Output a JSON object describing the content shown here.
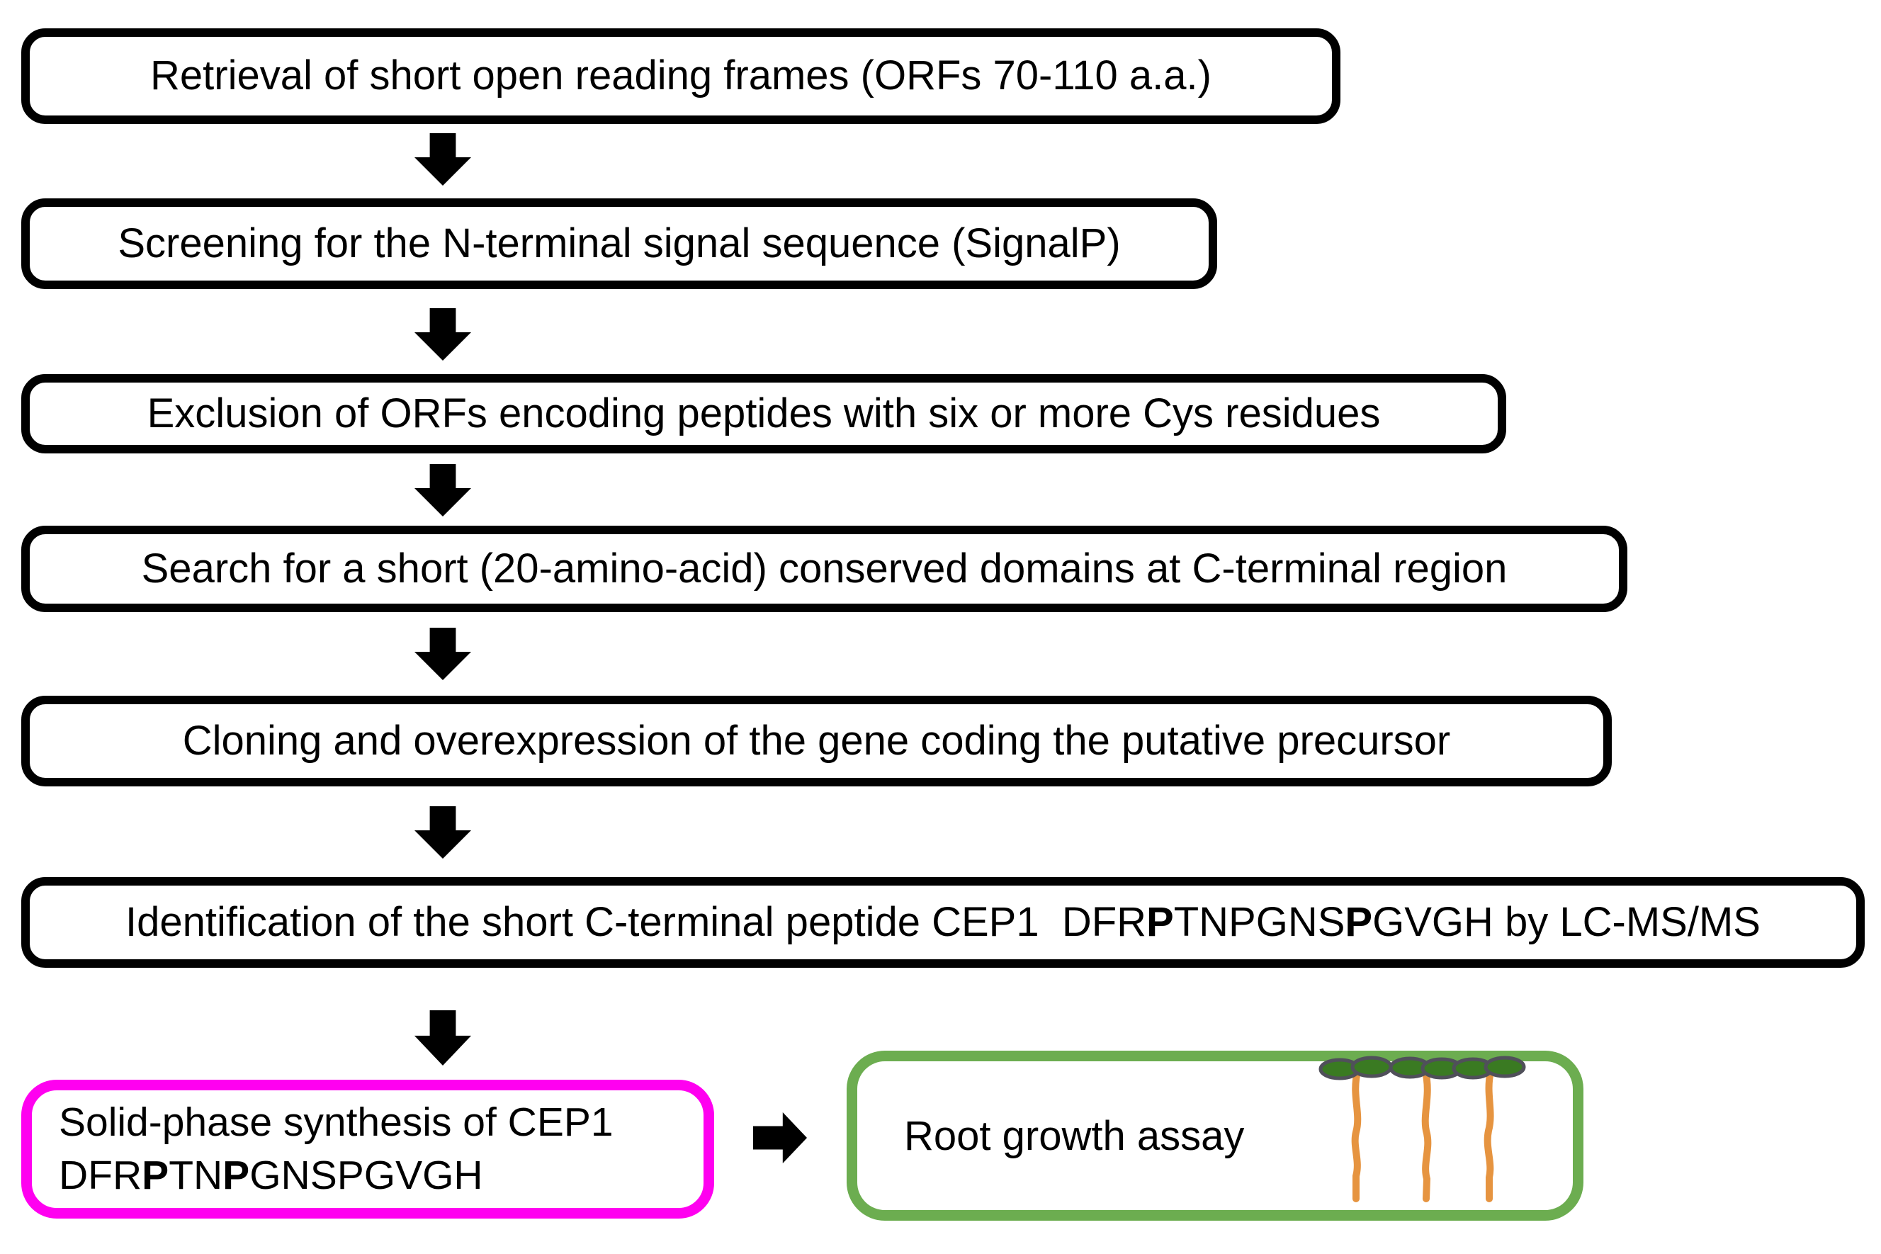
{
  "palette": {
    "background": "#ffffff",
    "text": "#000000",
    "box_border": "#000000",
    "synthesis_border": "#ff00f0",
    "assay_border": "#6cad50",
    "leaf_green": "#3a7a22",
    "leaf_outline": "#50505a",
    "root_orange": "#e69440"
  },
  "flowchart": {
    "steps": [
      {
        "label": "Retrieval of short open reading frames (ORFs 70-110 a.a.)"
      },
      {
        "label": "Screening for the N-terminal signal sequence (SignalP)"
      },
      {
        "label": "Exclusion of ORFs encoding peptides with six or more Cys residues"
      },
      {
        "label": "Search for a short (20-amino-acid) conserved domains at C-terminal region"
      },
      {
        "label": "Cloning and overexpression of the gene coding the putative precursor"
      },
      {
        "rich_label": [
          {
            "t": "Identification of the short C-terminal peptide CEP1  DFR",
            "b": false
          },
          {
            "t": "P",
            "b": true
          },
          {
            "t": "TNPGNS",
            "b": false
          },
          {
            "t": "P",
            "b": true
          },
          {
            "t": "GVGH by LC-MS/MS",
            "b": false
          }
        ]
      }
    ],
    "synthesis_box": {
      "line1": "Solid-phase synthesis of CEP1",
      "line2_rich": [
        {
          "t": "DFR",
          "b": false
        },
        {
          "t": "P",
          "b": true
        },
        {
          "t": "TN",
          "b": false
        },
        {
          "t": "P",
          "b": true
        },
        {
          "t": "GNSPGVGH",
          "b": false
        }
      ]
    },
    "assay_box": {
      "label": "Root growth assay",
      "seedling_count": 3
    }
  }
}
